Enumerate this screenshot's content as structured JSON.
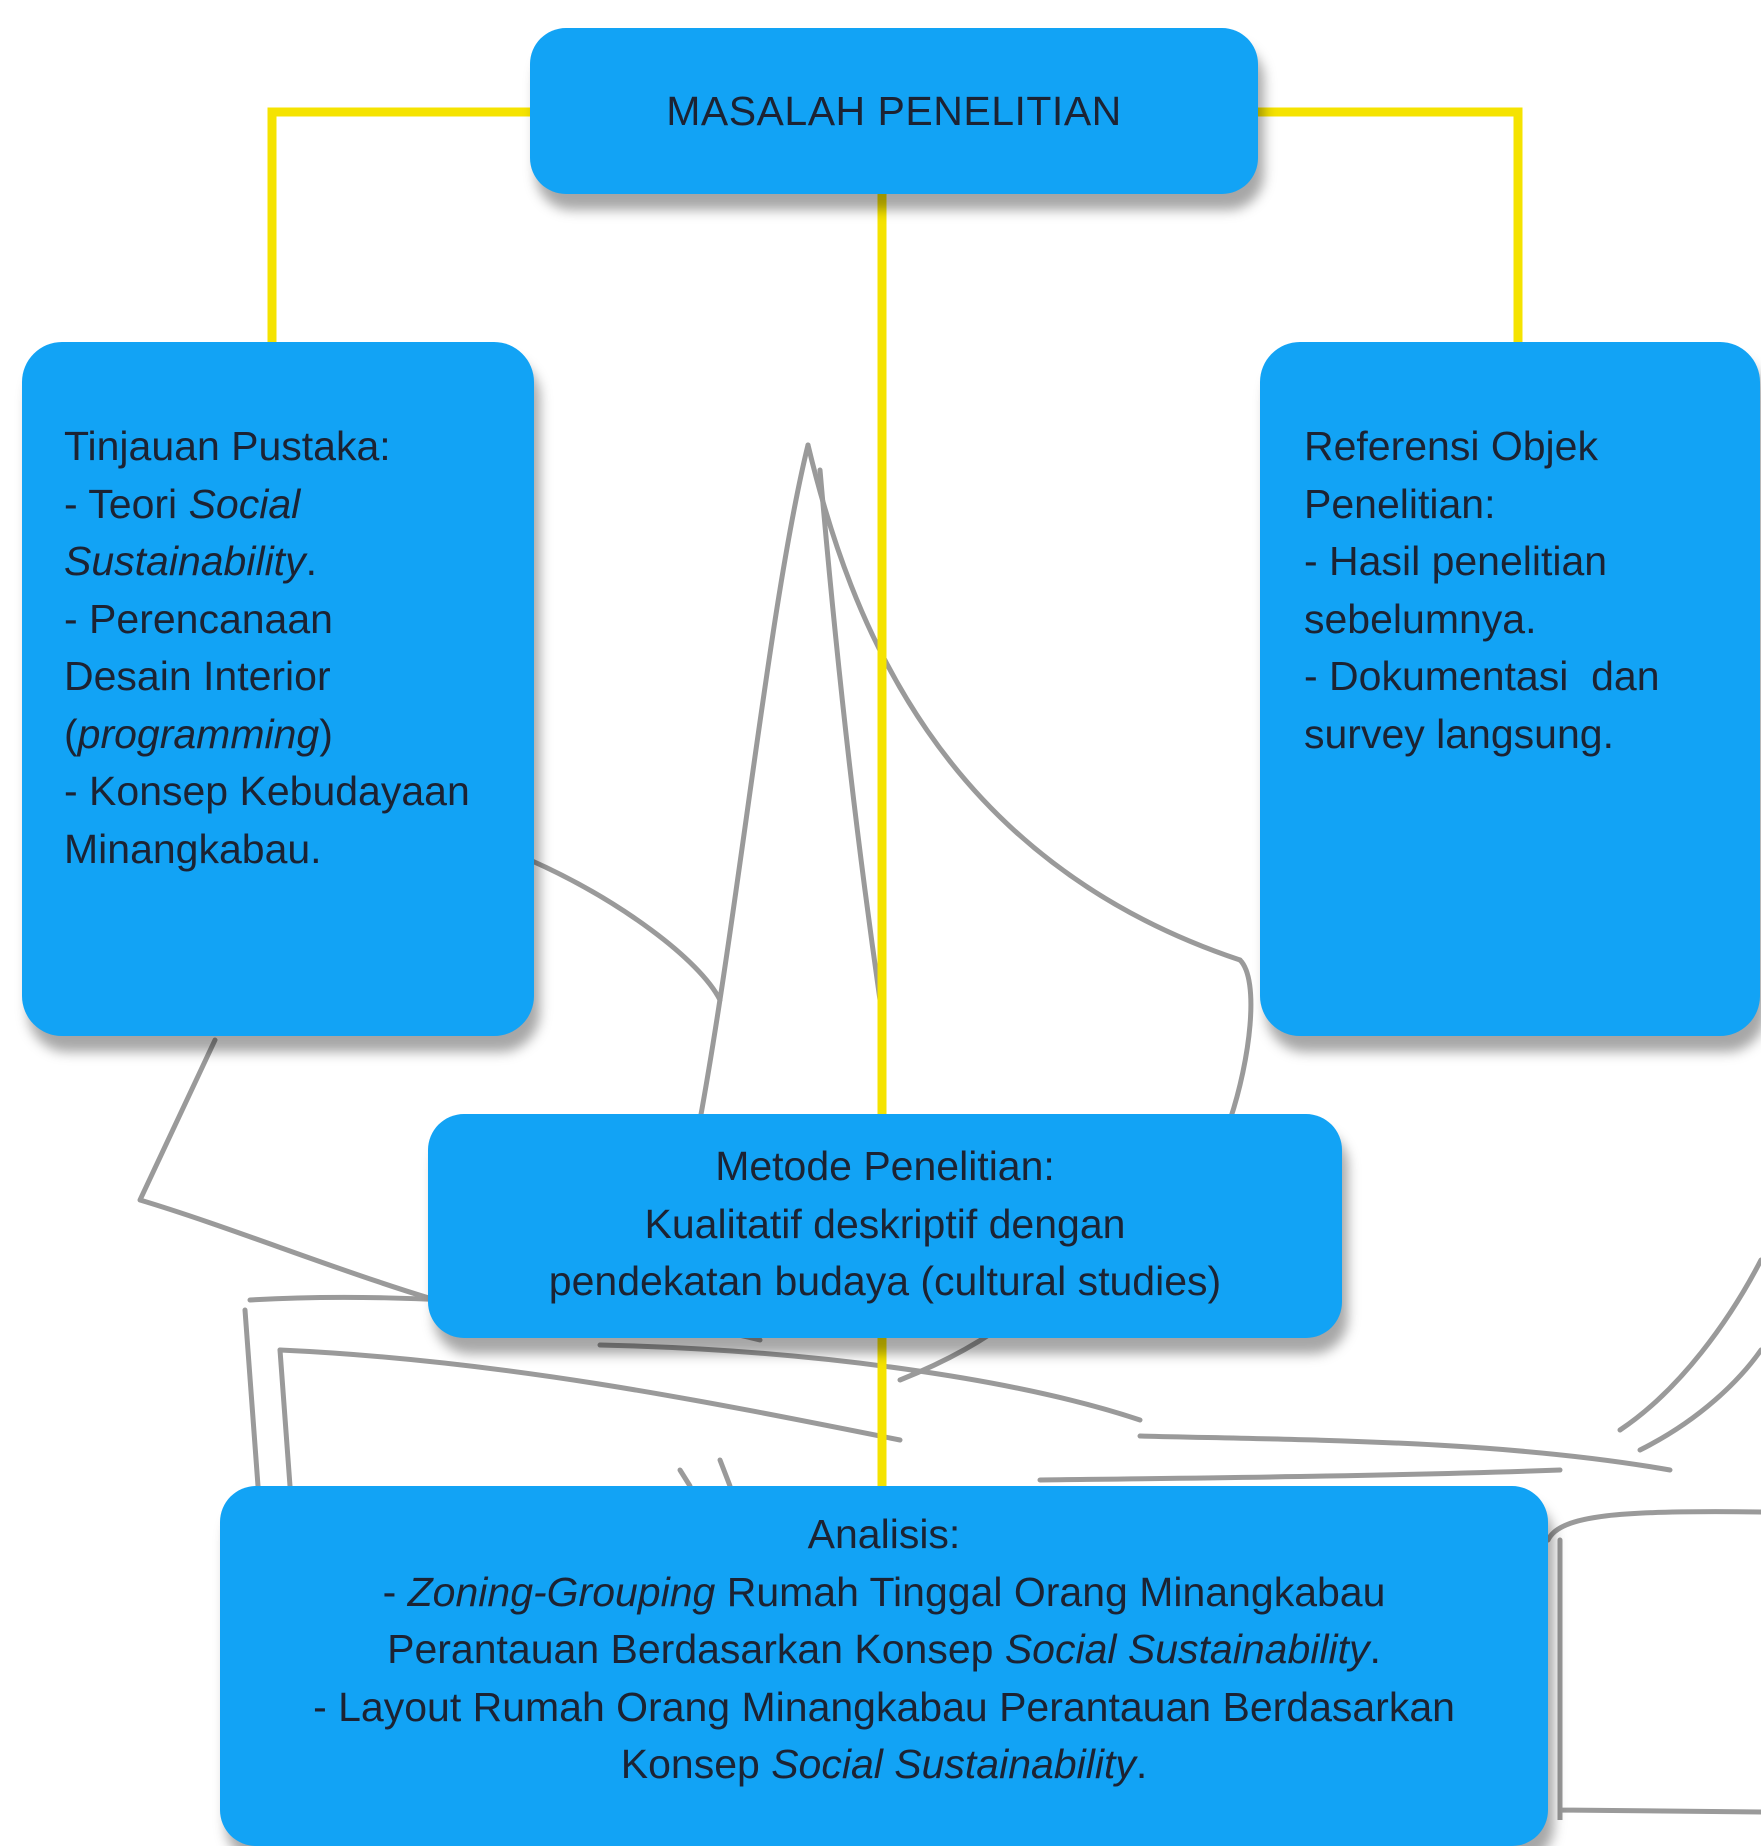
{
  "colors": {
    "box_fill": "#12a3f5",
    "connector": "#f5e300",
    "sketch": "#9a9a9a",
    "text": "#1c2333"
  },
  "masalah": {
    "title": "MASALAH PENELITIAN"
  },
  "tinjauan": {
    "title": "Tinjauan Pustaka:",
    "line1_prefix": "- Teori ",
    "line1_italic": "Social",
    "line2_italic": "Sustainability",
    "line2_suffix": ".",
    "line3": "- Perencanaan",
    "line4": "Desain Interior",
    "line5_open": "(",
    "line5_italic": "programming",
    "line5_close": ")",
    "line6": "- Konsep Kebudayaan",
    "line7": "Minangkabau."
  },
  "referensi": {
    "title_line1": "Referensi Objek",
    "title_line2": "Penelitian:",
    "line1": "- Hasil penelitian",
    "line2": "sebelumnya.",
    "line3": "- Dokumentasi  dan",
    "line4": "survey langsung."
  },
  "metode": {
    "title": "Metode Penelitian:",
    "line1": "Kualitatif deskriptif dengan",
    "line2": "pendekatan budaya (cultural studies)"
  },
  "analisis": {
    "title": "Analisis:",
    "line1_prefix": "- ",
    "line1_italic": "Zoning-Grouping",
    "line1_suffix": " Rumah Tinggal Orang Minangkabau",
    "line2_prefix": "Perantauan Berdasarkan Konsep ",
    "line2_italic": "Social Sustainability",
    "line2_suffix": ".",
    "line3": "- Layout Rumah Orang Minangkabau Perantauan Berdasarkan",
    "line4_prefix": "Konsep ",
    "line4_italic": "Social Sustainability",
    "line4_suffix": "."
  }
}
